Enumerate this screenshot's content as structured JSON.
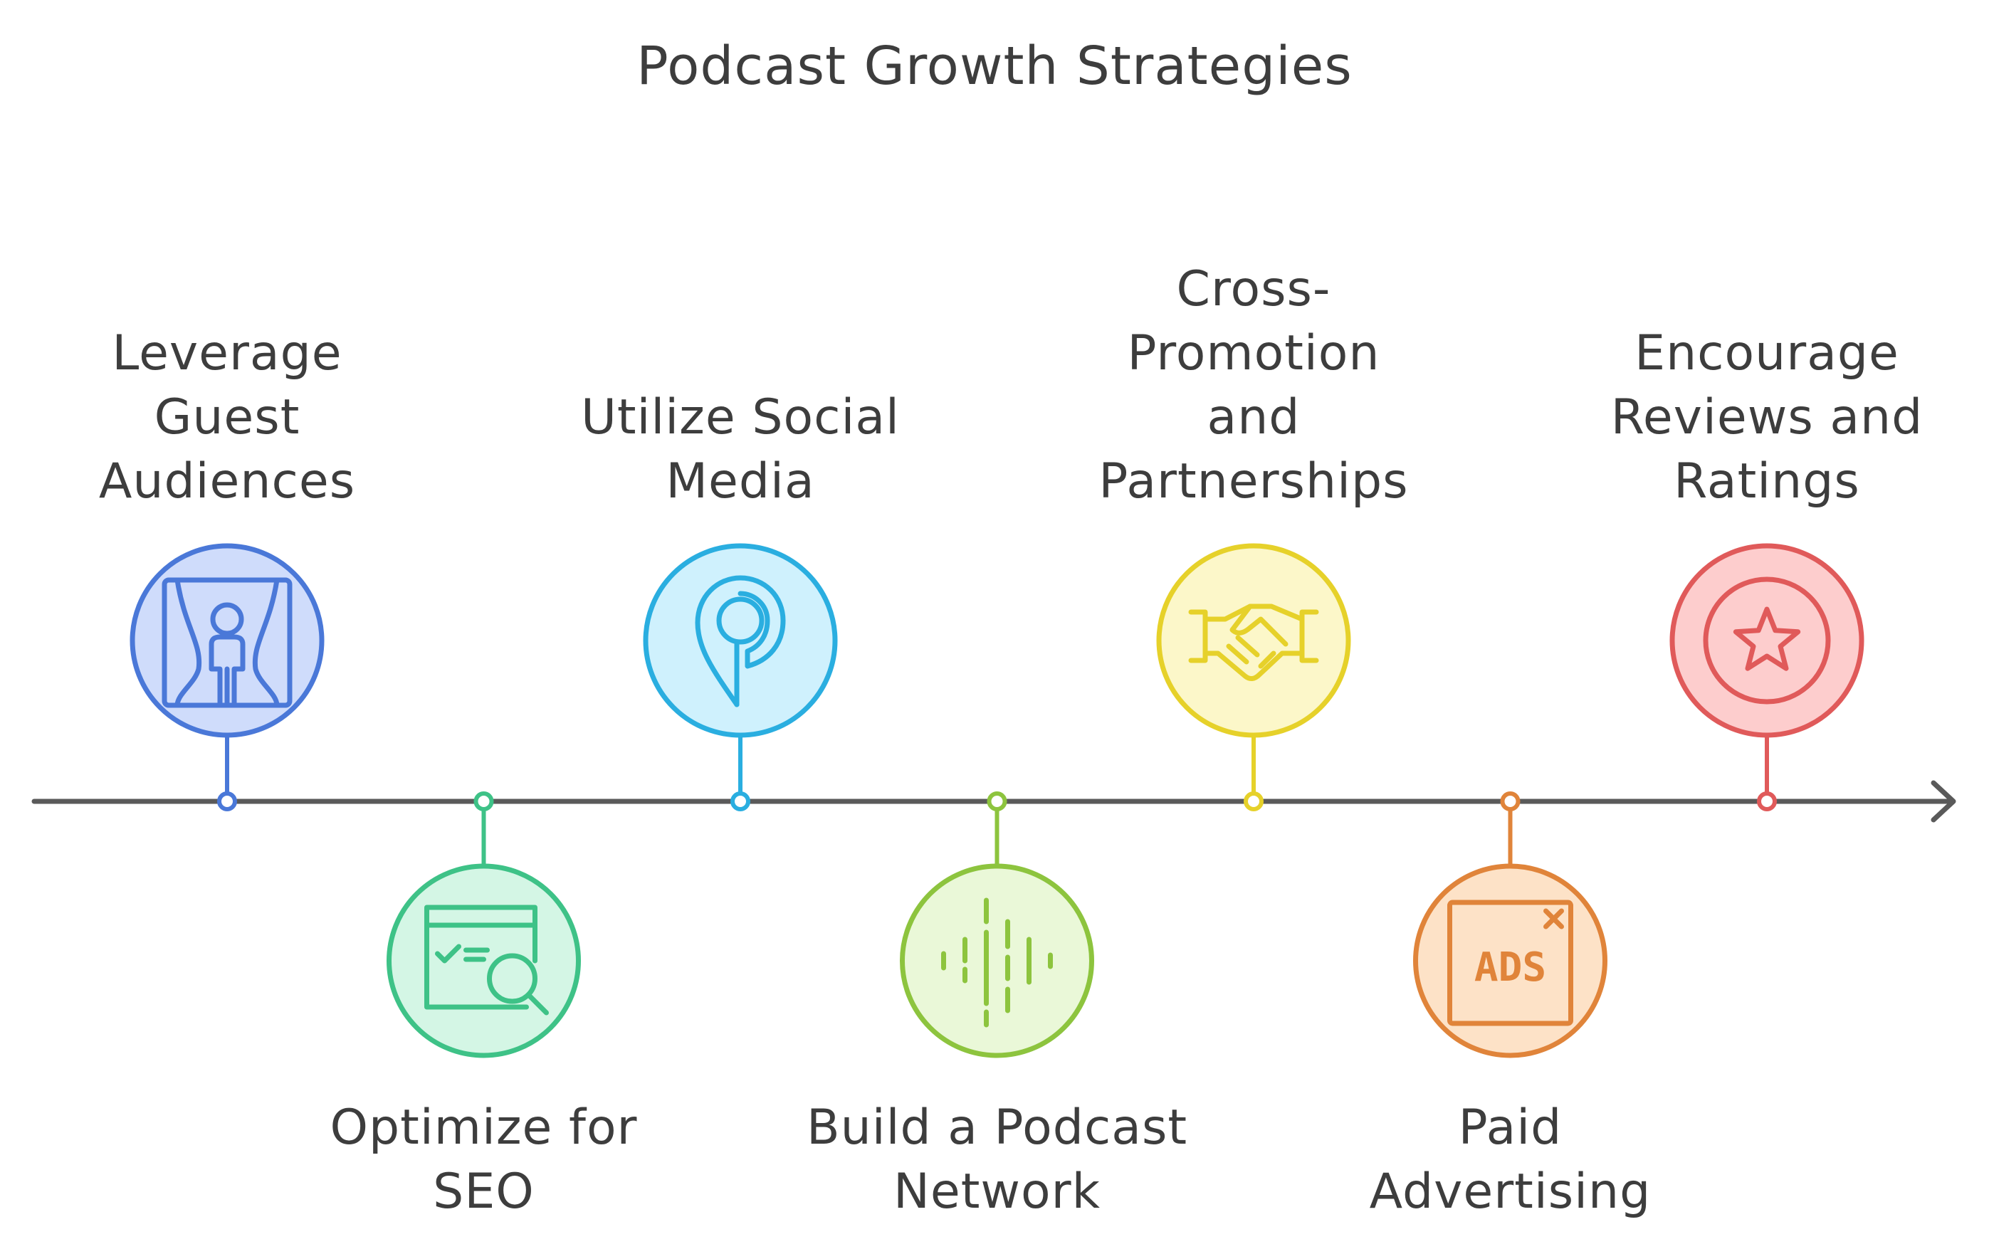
{
  "title": "Podcast Growth Strategies",
  "colors": {
    "axis": "#5a5a5a",
    "text": "#3d3d3d"
  },
  "milestones": [
    {
      "lines": [
        "Leverage",
        "Guest",
        "Audiences"
      ],
      "position": "above",
      "icon": "theater-curtain-person-icon",
      "stroke": "#4a78d8",
      "fill": "#cfdcfb"
    },
    {
      "lines": [
        "Optimize for",
        "SEO"
      ],
      "position": "below",
      "icon": "browser-search-checklist-icon",
      "stroke": "#3ec287",
      "fill": "#d4f6e5"
    },
    {
      "lines": [
        "Utilize Social",
        "Media"
      ],
      "position": "above",
      "icon": "location-pin-icon",
      "stroke": "#2aaee0",
      "fill": "#cff1fd"
    },
    {
      "lines": [
        "Build a Podcast",
        "Network"
      ],
      "position": "below",
      "icon": "audio-waveform-icon",
      "stroke": "#8dc43e",
      "fill": "#eaf8d8"
    },
    {
      "lines": [
        "Cross-",
        "Promotion",
        "and",
        "Partnerships"
      ],
      "position": "above",
      "icon": "handshake-icon",
      "stroke": "#e6d12a",
      "fill": "#fcf7c9"
    },
    {
      "lines": [
        "Paid",
        "Advertising"
      ],
      "position": "below",
      "icon": "ads-window-icon",
      "icon_text": "ADS",
      "stroke": "#e0843a",
      "fill": "#fde2c7"
    },
    {
      "lines": [
        "Encourage",
        "Reviews and",
        "Ratings"
      ],
      "position": "above",
      "icon": "star-badge-icon",
      "stroke": "#e05a5a",
      "fill": "#fdcdcd"
    }
  ]
}
